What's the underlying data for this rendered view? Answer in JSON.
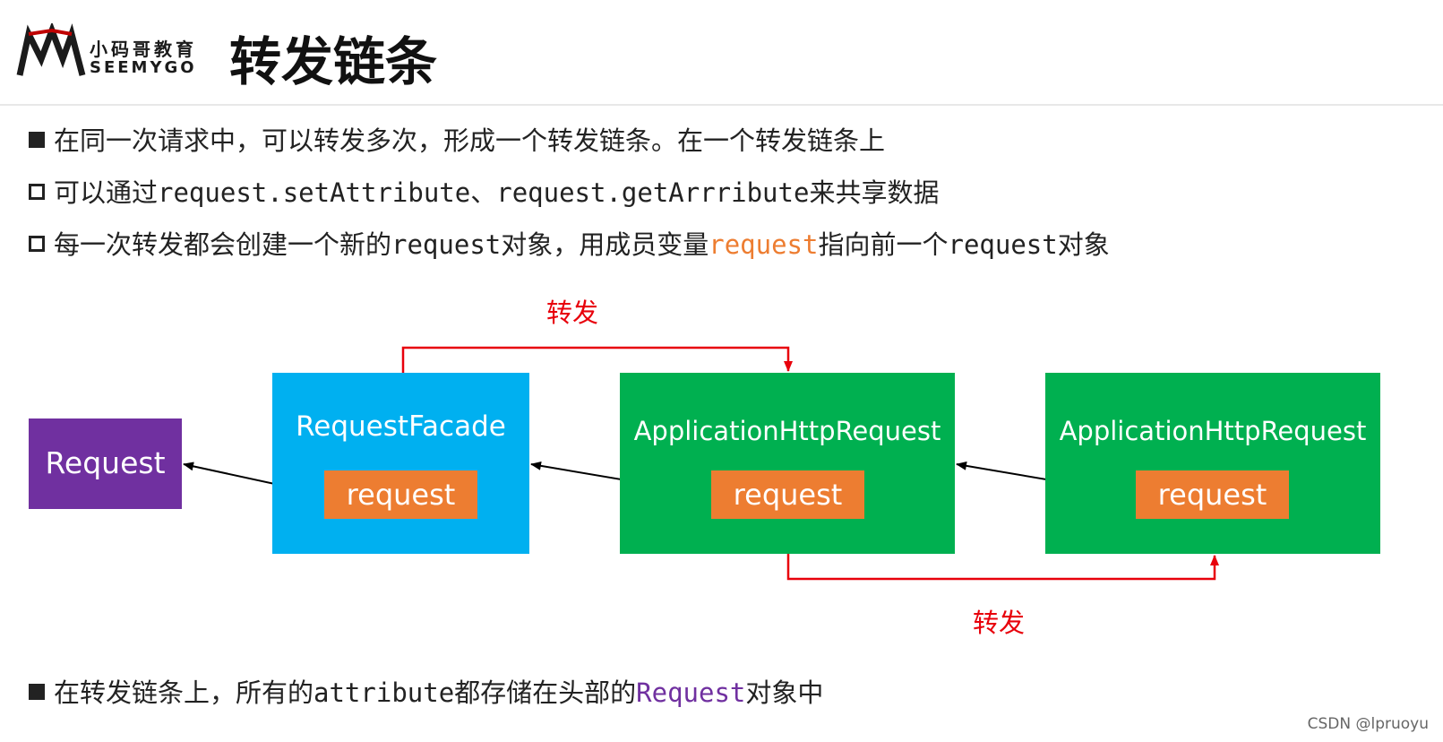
{
  "header": {
    "logo": {
      "cn": "小码哥教育",
      "en": "SEEMYGO"
    },
    "title": "转发链条"
  },
  "bullets": [
    {
      "mark": "solid-square",
      "text": "在同一次请求中，可以转发多次，形成一个转发链条。在一个转发链条上"
    },
    {
      "mark": "hollow-square",
      "p1": "可以通过",
      "code1": "request.setAttribute",
      "p2": "、",
      "code2": "request.getArrribute",
      "p3": "来共享数据"
    },
    {
      "mark": "hollow-square",
      "p1": "每一次转发都会创建一个新的",
      "code1": "request",
      "p2": "对象，用成员变量",
      "code2": "request",
      "p3": "指向前一个",
      "code3": "request",
      "p4": "对象"
    },
    {
      "mark": "solid-square",
      "p1": "在转发链条上，所有的",
      "code1": "attribute",
      "p2": "都存储在头部的",
      "code2": "Request",
      "p3": "对象中"
    }
  ],
  "diagram": {
    "nodes": [
      {
        "title": "Request",
        "color": "#7030a0"
      },
      {
        "title": "RequestFacade",
        "field": "request",
        "color": "#00b0f0"
      },
      {
        "title": "ApplicationHttpRequest",
        "field": "request",
        "color": "#00b050"
      },
      {
        "title": "ApplicationHttpRequest",
        "field": "request",
        "color": "#00b050"
      }
    ],
    "field_color": "#ed7d31",
    "forward_color": "#e8000b",
    "forward_label_top": "转发",
    "forward_label_bottom": "转发"
  },
  "credit": "CSDN @lpruoyu"
}
